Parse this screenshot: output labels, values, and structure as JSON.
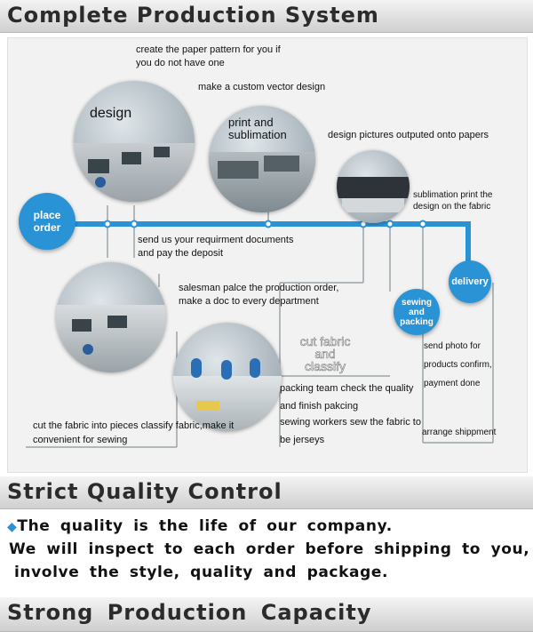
{
  "sections": {
    "production_system": "Complete Production System",
    "quality_control": "Strict Quality Control",
    "capacity": "Strong Production Capacity"
  },
  "diagram": {
    "nodes": {
      "place_order": "place order",
      "delivery": "delivery",
      "sewing_packing": "sewing and packing"
    },
    "circle_labels": {
      "design": "design",
      "print": "print and sublimation",
      "cut": "cut fabric and classify"
    },
    "notes": {
      "pattern": "create the paper pattern for you if you do not have one",
      "vector": "make a custom vector design",
      "outputted": "design pictures outputed onto papers",
      "sublimation": "sublimation print the design on the fabric",
      "requirement": "send us your requirment documents and pay the deposit",
      "salesman": "salesman palce the production order, make a doc to every department",
      "cut_fabric": "cut the fabric into pieces classify fabric,make it convenient for sewing",
      "packing": "packing team check the quality and finish pakcing",
      "sewing": "sewing workers sew the fabric to be jerseys",
      "photo": "send photo for products confirm, payment done",
      "shipment": "arrange shippment"
    },
    "colors": {
      "flow_line": "#2a93d5",
      "node_fill": "#2a93d5",
      "connector": "#9aa4aa"
    }
  },
  "quality": {
    "bullet": "◆",
    "line1": "The quality is the life of our company.",
    "line2": "We will inspect to each order before shipping to you,",
    "line3": "involve the style, quality and package."
  }
}
